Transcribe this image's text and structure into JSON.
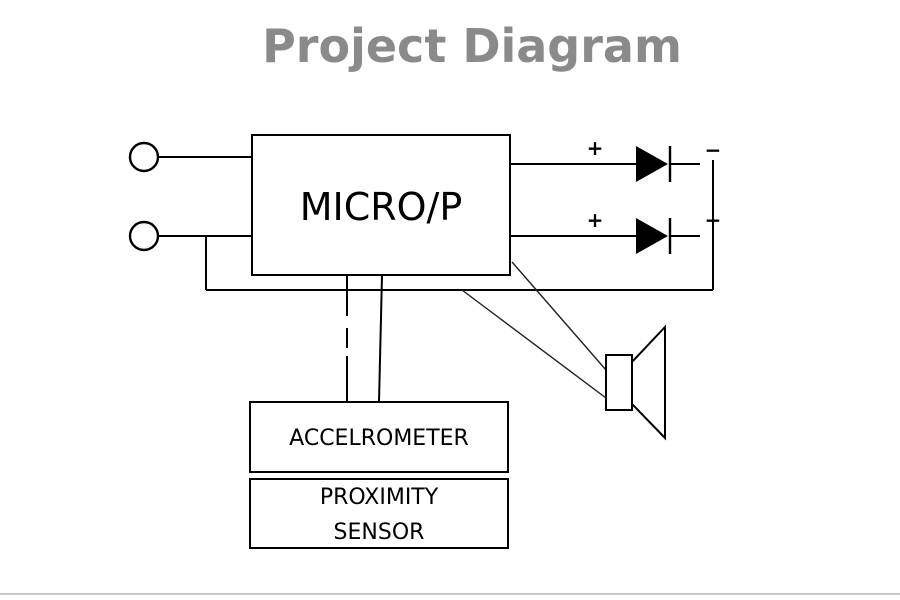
{
  "title": "Project Diagram",
  "blocks": {
    "micro": "MICRO/P",
    "accelerometer": "ACCELROMETER",
    "proximity_line1": "PROXIMITY",
    "proximity_line2": "SENSOR"
  },
  "led_signs": {
    "led1_plus": "+",
    "led1_minus": "−",
    "led2_plus": "+",
    "led2_minus": "−"
  },
  "colors": {
    "title": "#8a8a8a",
    "lines": "#000000",
    "bottom_divider": "#c8c8c8"
  },
  "icons": [
    "input-terminal-icon",
    "led-diode-icon",
    "speaker-icon"
  ]
}
